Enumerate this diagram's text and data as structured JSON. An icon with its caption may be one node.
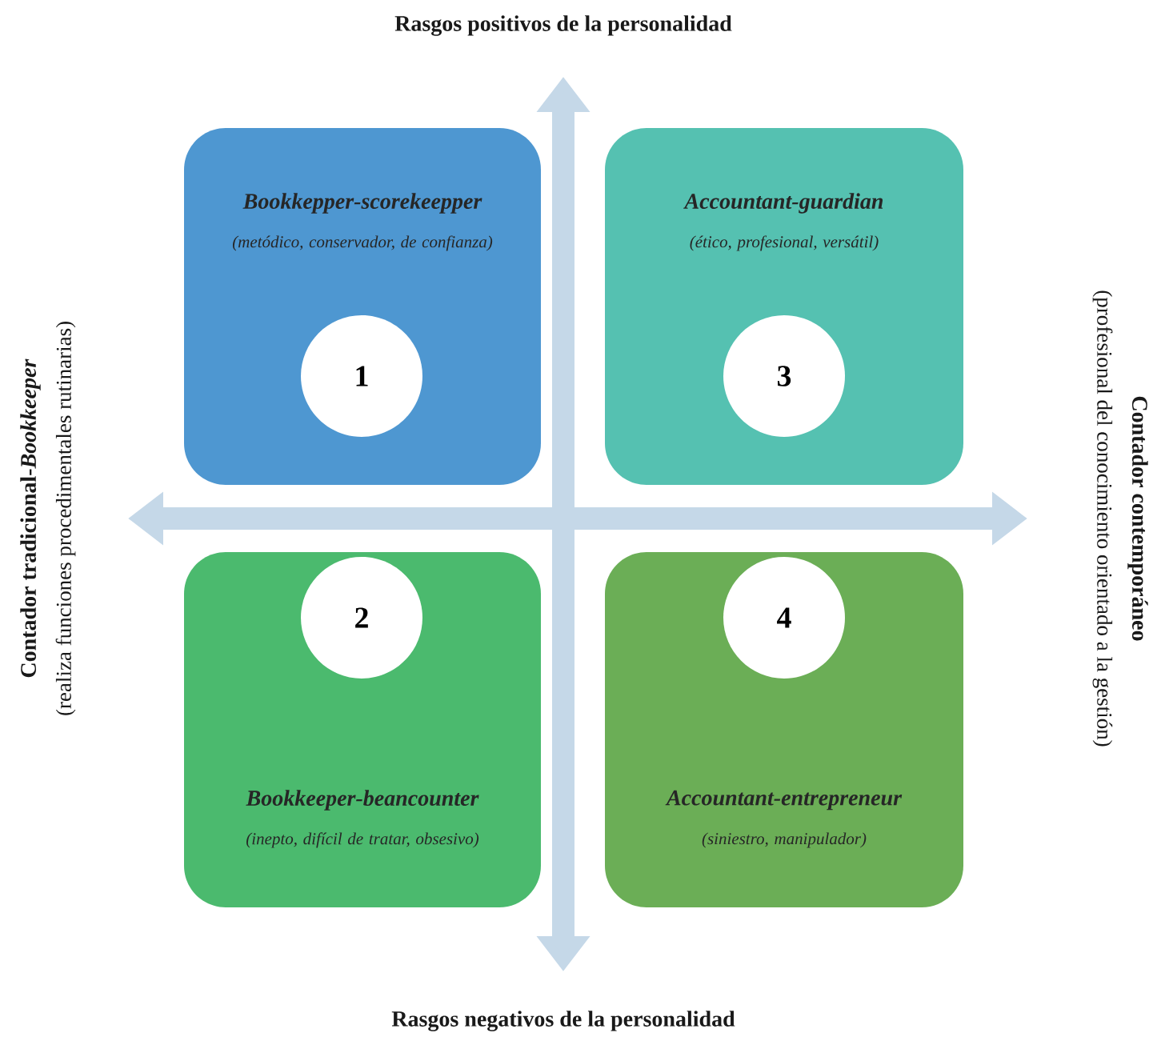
{
  "diagram": {
    "nodes": [
      {
        "text": [
          "Bookkepper-scorekeepper",
          "(metódico, conservador, de confianza)"
        ]
      },
      {
        "text": [
          "1"
        ],
        "in": 0
      },
      {
        "text": [
          "Accountant-guardian",
          "(ético, profesional, versátil)"
        ]
      },
      {
        "text": [
          "3"
        ],
        "in": 2
      },
      {
        "text": [
          "Bookkeeper-beancounter",
          "(inepto, difícil de tratar, obsesivo)"
        ]
      },
      {
        "text": [
          "2"
        ],
        "in": 4
      },
      {
        "text": [
          "Accountant-entrepreneur",
          "(siniestro, manipulador)"
        ]
      },
      {
        "text": [
          "4"
        ],
        "in": 6
      }
    ],
    "labels": [
      "Rasgos positivos de la personalidad",
      "Contador tradicional-*Bookkeeper*",
      "(realiza funciones procedimentales rutinarias)",
      "Contador contemporáneo",
      "(profesional del conocimiento orientado a la gestión)",
      "Rasgos negativos de la personalidad"
    ]
  }
}
